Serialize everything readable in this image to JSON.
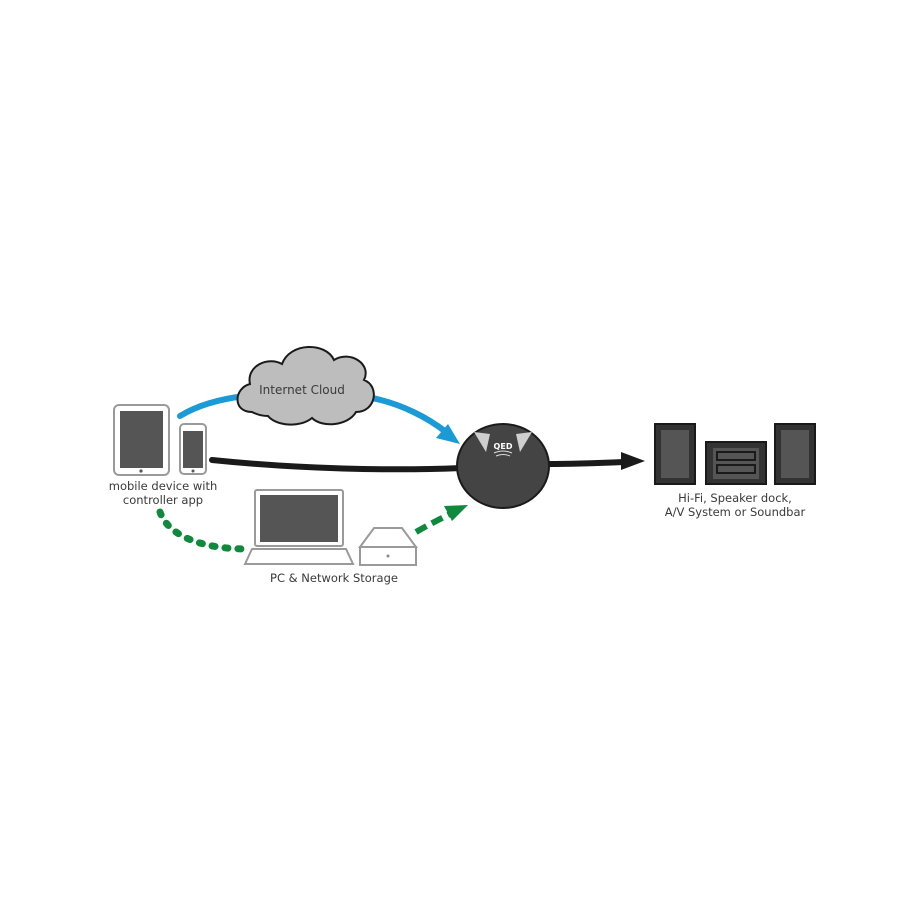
{
  "diagram": {
    "cloud_label": "Internet Cloud",
    "device_logo": "QED",
    "mobile_label": [
      "mobile device with",
      "controller app"
    ],
    "pc_label": "PC & Network Storage",
    "hifi_label": [
      "Hi-Fi, Speaker dock,",
      "A/V System or Soundbar"
    ],
    "colors": {
      "cloud_link": "#1a9ad6",
      "local_link": "#0f8a3c",
      "output_link": "#1a1a1a",
      "device_body": "#444444",
      "screen": "#555555",
      "cloud_fill": "#bdbdbd"
    }
  }
}
